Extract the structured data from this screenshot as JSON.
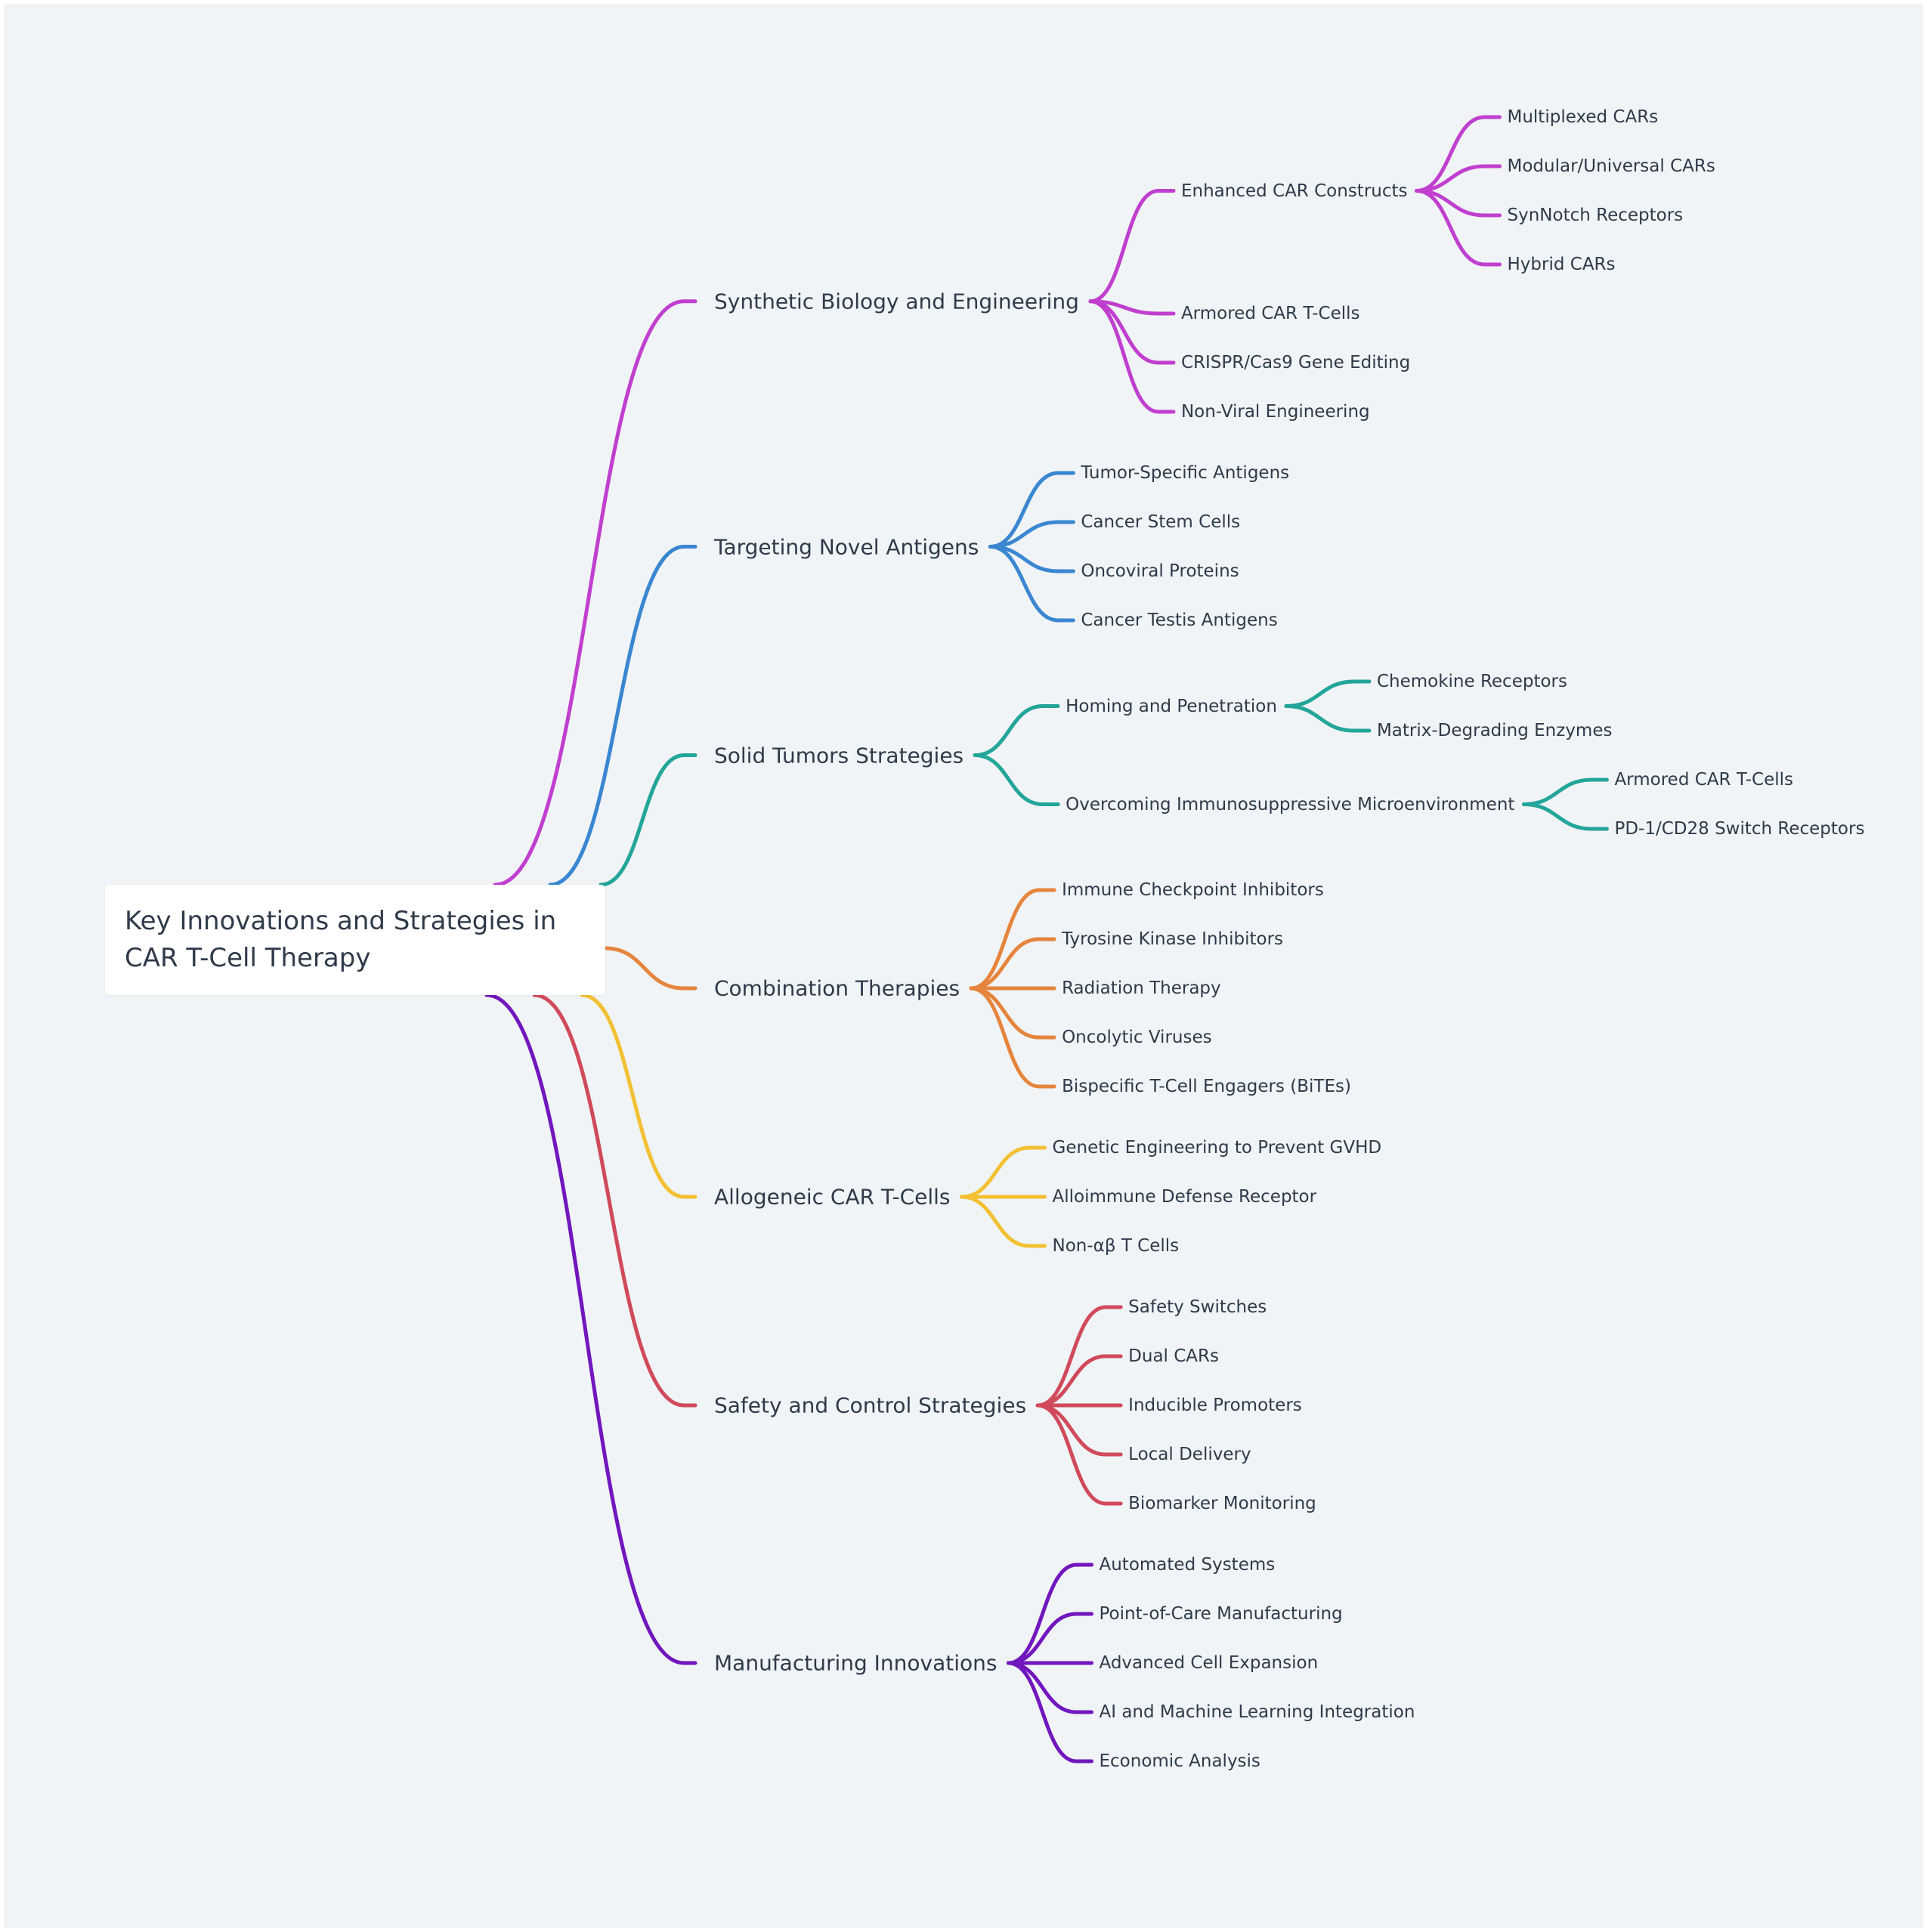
{
  "root": {
    "label": "Key Innovations and Strategies in CAR T-Cell Therapy"
  },
  "branches": [
    {
      "label": "Synthetic Biology and Engineering",
      "color": "#c03fcf",
      "children": [
        {
          "label": "Enhanced CAR Constructs",
          "children": [
            "Multiplexed CARs",
            "Modular/Universal CARs",
            "SynNotch Receptors",
            "Hybrid CARs"
          ]
        },
        {
          "label": "Armored CAR T-Cells",
          "children": []
        },
        {
          "label": "CRISPR/Cas9 Gene Editing",
          "children": []
        },
        {
          "label": "Non-Viral Engineering",
          "children": []
        }
      ]
    },
    {
      "label": "Targeting Novel Antigens",
      "color": "#3a86d1",
      "children": [
        {
          "label": "Tumor-Specific Antigens",
          "children": []
        },
        {
          "label": "Cancer Stem Cells",
          "children": []
        },
        {
          "label": "Oncoviral Proteins",
          "children": []
        },
        {
          "label": "Cancer Testis Antigens",
          "children": []
        }
      ]
    },
    {
      "label": "Solid Tumors Strategies",
      "color": "#23a59a",
      "children": [
        {
          "label": "Homing and Penetration",
          "children": [
            "Chemokine Receptors",
            "Matrix-Degrading Enzymes"
          ]
        },
        {
          "label": "Overcoming Immunosuppressive Microenvironment",
          "children": [
            "Armored CAR T-Cells",
            "PD-1/CD28 Switch Receptors"
          ]
        }
      ]
    },
    {
      "label": "Combination Therapies",
      "color": "#e5853d",
      "children": [
        {
          "label": "Immune Checkpoint Inhibitors",
          "children": []
        },
        {
          "label": "Tyrosine Kinase Inhibitors",
          "children": []
        },
        {
          "label": "Radiation Therapy",
          "children": []
        },
        {
          "label": "Oncolytic Viruses",
          "children": []
        },
        {
          "label": "Bispecific T-Cell Engagers (BiTEs)",
          "children": []
        }
      ]
    },
    {
      "label": "Allogeneic CAR T-Cells",
      "color": "#f2c032",
      "children": [
        {
          "label": "Genetic Engineering to Prevent GVHD",
          "children": []
        },
        {
          "label": "Alloimmune Defense Receptor",
          "children": []
        },
        {
          "label": "Non-αβ T Cells",
          "children": []
        }
      ]
    },
    {
      "label": "Safety and Control Strategies",
      "color": "#d04a5b",
      "children": [
        {
          "label": "Safety Switches",
          "children": []
        },
        {
          "label": "Dual CARs",
          "children": []
        },
        {
          "label": "Inducible Promoters",
          "children": []
        },
        {
          "label": "Local Delivery",
          "children": []
        },
        {
          "label": "Biomarker Monitoring",
          "children": []
        }
      ]
    },
    {
      "label": "Manufacturing Innovations",
      "color": "#7117bd",
      "children": [
        {
          "label": "Automated Systems",
          "children": []
        },
        {
          "label": "Point-of-Care Manufacturing",
          "children": []
        },
        {
          "label": "Advanced Cell Expansion",
          "children": []
        },
        {
          "label": "AI and Machine Learning Integration",
          "children": []
        },
        {
          "label": "Economic Analysis",
          "children": []
        }
      ]
    }
  ]
}
